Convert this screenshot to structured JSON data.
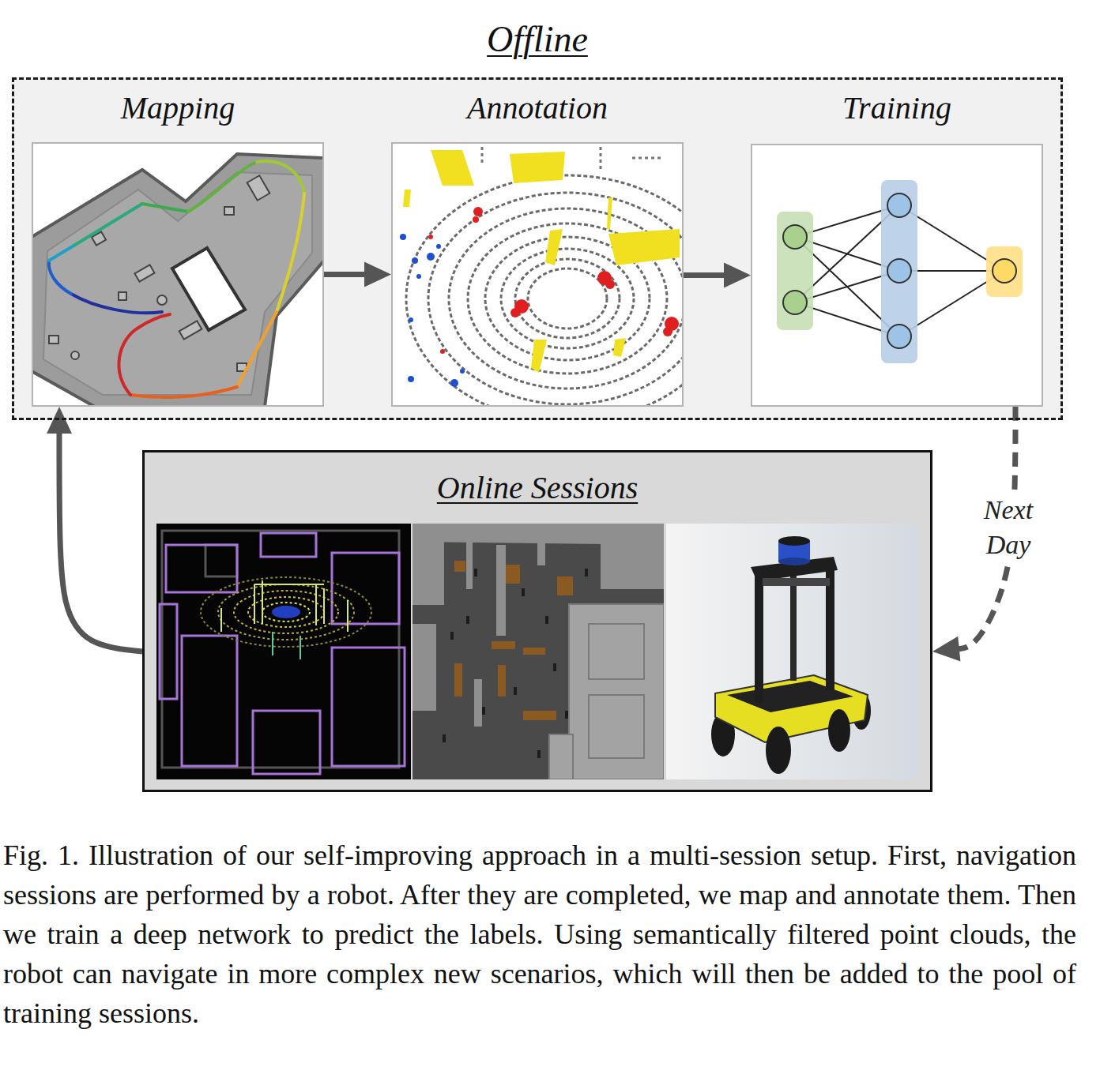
{
  "diagram": {
    "caption": "Fig. 1. Illustration of our self-improving approach in a multi-session setup. First, navigation sessions are performed by a robot. After they are completed, we map and annotate them. Then we train a deep network to predict the labels. Using semantically filtered point clouds, the robot can navigate in more complex new scenarios, which will then be added to the pool of training sessions.",
    "nodes": [
      {
        "text": [
          "Offline"
        ]
      },
      {
        "text": [
          "Mapping"
        ],
        "in": 0
      },
      {
        "text": [
          "Annotation"
        ],
        "in": 0
      },
      {
        "text": [
          "Training"
        ],
        "in": 0
      },
      {
        "text": [
          "Online Sessions"
        ]
      }
    ],
    "edges": [
      {
        "from": 1,
        "to": 2,
        "arrow": "to"
      },
      {
        "from": 2,
        "to": 3,
        "arrow": "to"
      },
      {
        "from": 3,
        "to": 4,
        "arrow": "to",
        "label": "Next Day"
      },
      {
        "from": 4,
        "to": 1,
        "arrow": "to"
      }
    ]
  }
}
